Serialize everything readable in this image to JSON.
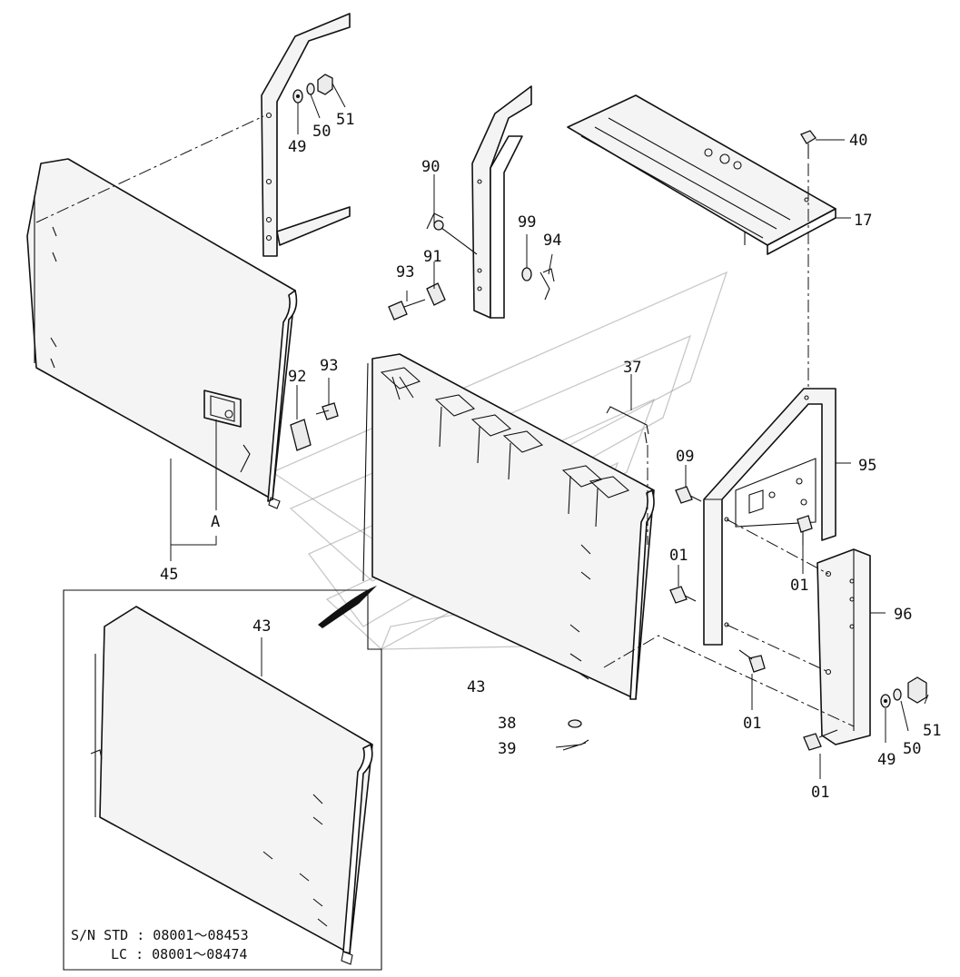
{
  "part_labels": {
    "p01a": "01",
    "p01b": "01",
    "p01c": "01",
    "p01d": "01",
    "p09": "09",
    "p17": "17",
    "p37": "37",
    "p38": "38",
    "p39": "39",
    "p40": "40",
    "p43a": "43",
    "p43b": "43",
    "p45": "45",
    "p49a": "49",
    "p49b": "49",
    "p50a": "50",
    "p50b": "50",
    "p51a": "51",
    "p51b": "51",
    "p90": "90",
    "p91": "91",
    "p92": "92",
    "p93a": "93",
    "p93b": "93",
    "p94": "94",
    "p95": "95",
    "p96": "96",
    "p99": "99"
  },
  "view_label": "A",
  "serial_note": {
    "line1": "S/N STD : 08001～08453",
    "line2": "LC : 08001～08474"
  }
}
